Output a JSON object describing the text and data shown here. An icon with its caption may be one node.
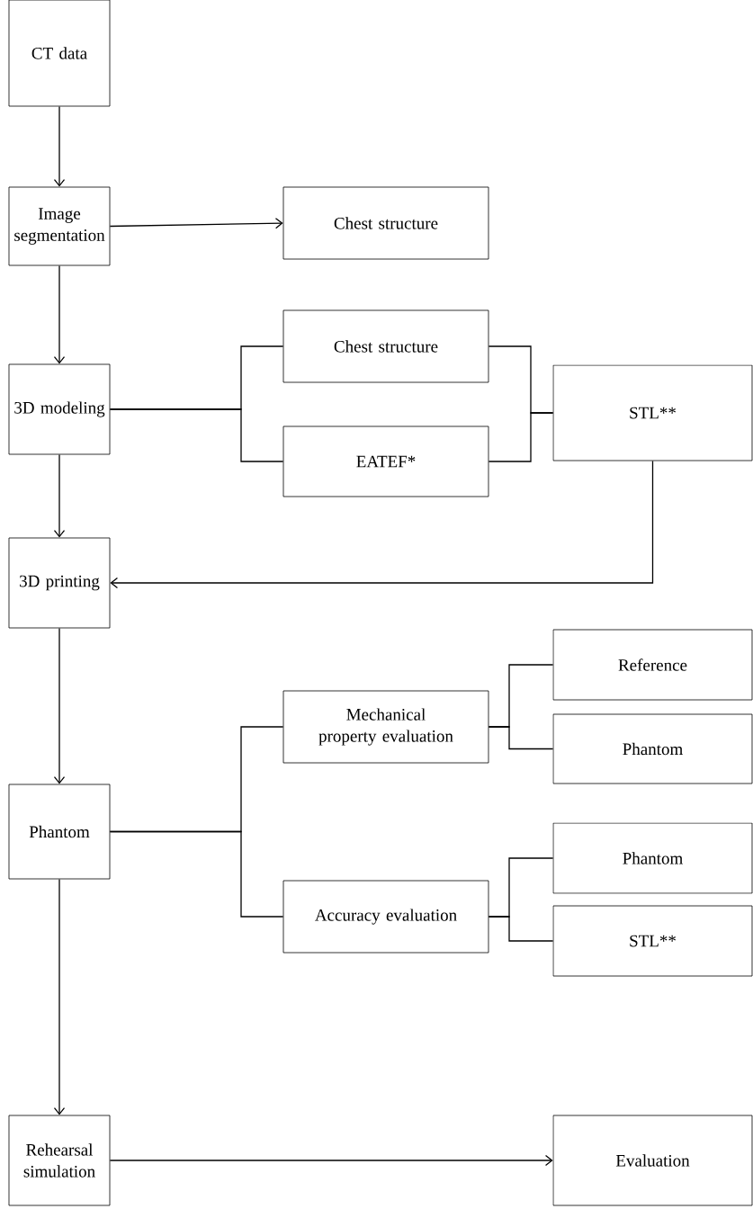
{
  "diagram": {
    "nodes": [
      {
        "text": [
          "CT data"
        ]
      },
      {
        "text": [
          "Image segmentation"
        ]
      },
      {
        "text": [
          "Chest structure"
        ]
      },
      {
        "text": [
          "3D modeling"
        ]
      },
      {
        "text": [
          "Chest structure"
        ]
      },
      {
        "text": [
          "EATEF*"
        ]
      },
      {
        "text": [
          "STL**"
        ]
      },
      {
        "text": [
          "3D printing"
        ]
      },
      {
        "text": [
          "Phantom"
        ]
      },
      {
        "text": [
          "Mechanical property evaluation"
        ]
      },
      {
        "text": [
          "Reference"
        ]
      },
      {
        "text": [
          "Phantom"
        ]
      },
      {
        "text": [
          "Accuracy evaluation"
        ]
      },
      {
        "text": [
          "Phantom"
        ]
      },
      {
        "text": [
          "STL**"
        ]
      },
      {
        "text": [
          "Rehearsal simulation"
        ]
      },
      {
        "text": [
          "Evaluation"
        ]
      }
    ],
    "edges": [
      {
        "from": 0,
        "to": 1,
        "arrow": "to"
      },
      {
        "from": 1,
        "to": 2,
        "arrow": "to"
      },
      {
        "from": 1,
        "to": 3,
        "arrow": "to"
      },
      {
        "from": 3,
        "to": 4,
        "arrow": "none"
      },
      {
        "from": 3,
        "to": 5,
        "arrow": "none"
      },
      {
        "from": 4,
        "to": 6,
        "arrow": "none"
      },
      {
        "from": 5,
        "to": 6,
        "arrow": "none"
      },
      {
        "from": 6,
        "to": 7,
        "arrow": "to"
      },
      {
        "from": 3,
        "to": 7,
        "arrow": "to"
      },
      {
        "from": 7,
        "to": 8,
        "arrow": "to"
      },
      {
        "from": 8,
        "to": 9,
        "arrow": "none"
      },
      {
        "from": 8,
        "to": 12,
        "arrow": "none"
      },
      {
        "from": 9,
        "to": 10,
        "arrow": "none"
      },
      {
        "from": 9,
        "to": 11,
        "arrow": "none"
      },
      {
        "from": 12,
        "to": 13,
        "arrow": "none"
      },
      {
        "from": 12,
        "to": 14,
        "arrow": "none"
      },
      {
        "from": 8,
        "to": 15,
        "arrow": "to"
      },
      {
        "from": 15,
        "to": 16,
        "arrow": "to"
      }
    ]
  }
}
